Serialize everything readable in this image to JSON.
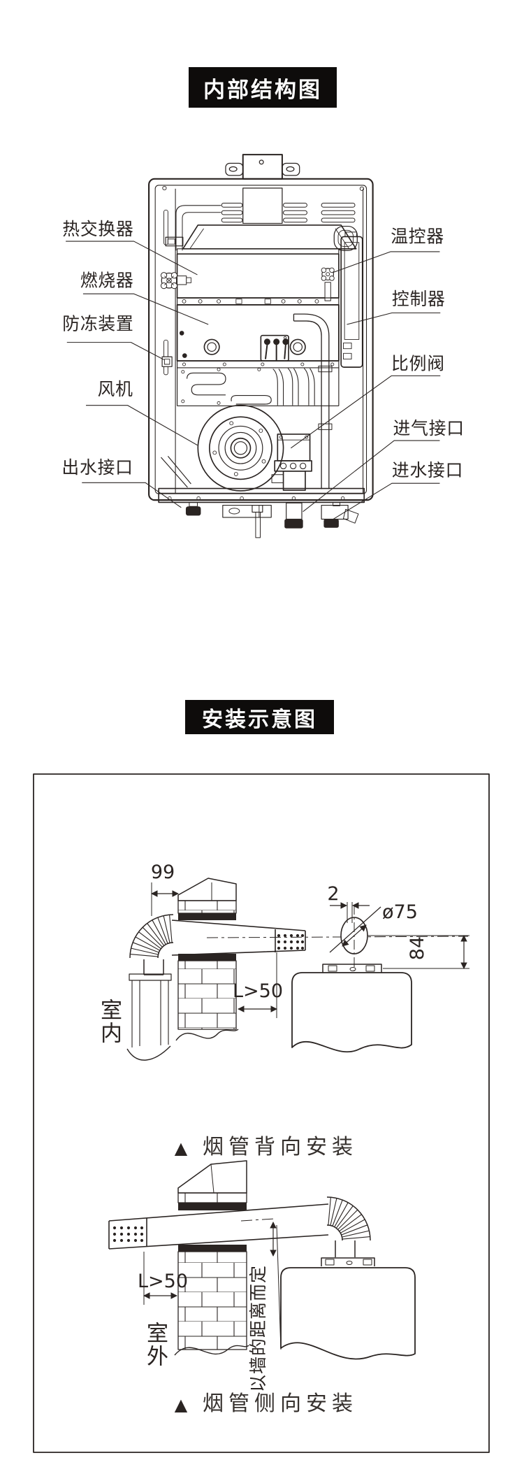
{
  "colors": {
    "ink": "#2a2422",
    "title_bg": "#0e0c0b",
    "paper": "#ffffff"
  },
  "internal": {
    "title": "内部结构图",
    "labels": {
      "heat_exchanger": "热交换器",
      "burner": "燃烧器",
      "antifreeze": "防冻装置",
      "fan": "风机",
      "water_outlet": "出水接口",
      "thermostat": "温控器",
      "controller": "控制器",
      "proportional_valve": "比例阀",
      "gas_inlet": "进气接口",
      "water_inlet": "进水接口"
    }
  },
  "installation": {
    "title": "安装示意图",
    "rear_install": {
      "marker": "▲",
      "caption": "烟管背向安装",
      "location": "室内",
      "dims": {
        "protrusion": "99",
        "wall_gap": "2",
        "hole_diameter": "ø75",
        "collar_offset": "84",
        "clearance": "L>50"
      }
    },
    "side_install": {
      "marker": "▲",
      "caption": "烟管侧向安装",
      "location": "室外",
      "note": "以墙的距离而定",
      "dims": {
        "clearance": "L>50"
      }
    }
  }
}
